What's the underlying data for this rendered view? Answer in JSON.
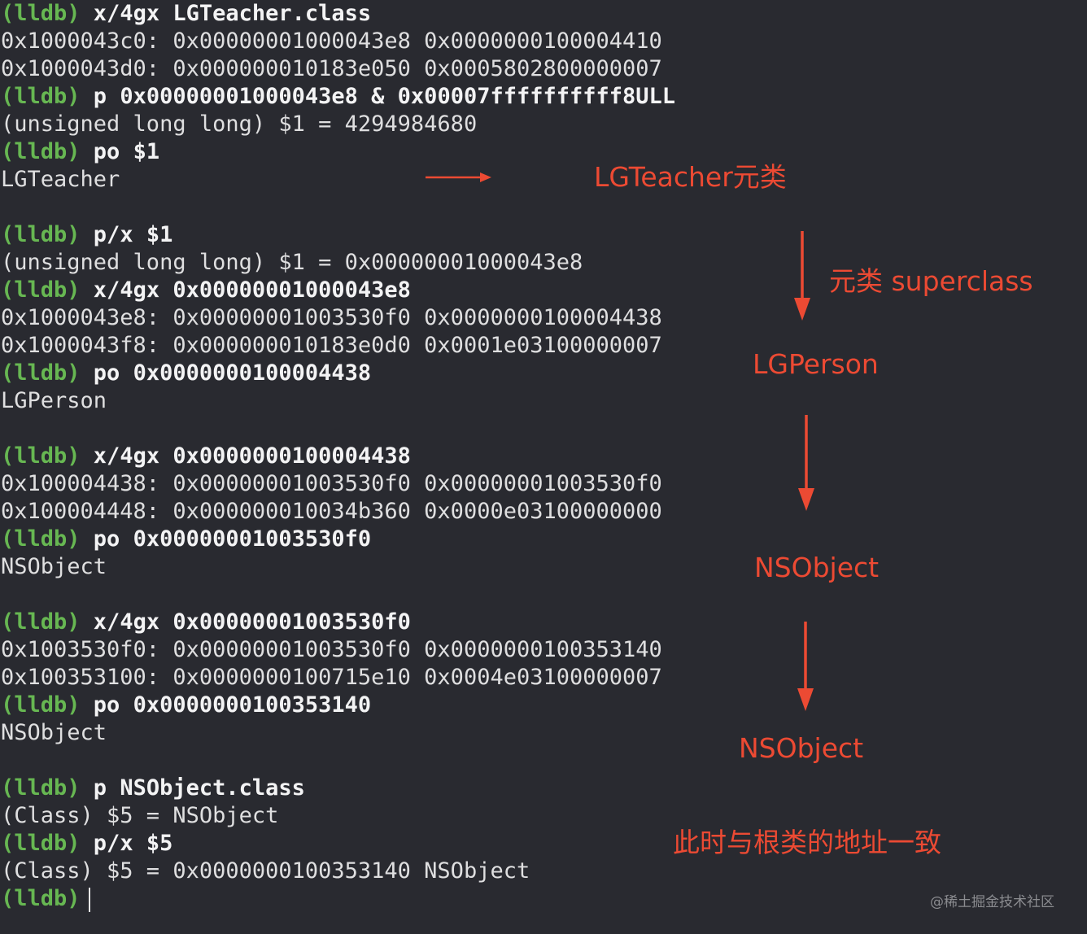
{
  "terminal": {
    "lines": [
      {
        "type": "cmd",
        "prompt": "(lldb)",
        "text": " x/4gx LGTeacher.class"
      },
      {
        "type": "out",
        "text": "0x1000043c0: 0x00000001000043e8 0x0000000100004410"
      },
      {
        "type": "out",
        "text": "0x1000043d0: 0x000000010183e050 0x0005802800000007"
      },
      {
        "type": "cmd",
        "prompt": "(lldb)",
        "text": " p 0x00000001000043e8 & 0x00007ffffffffff8ULL"
      },
      {
        "type": "out",
        "text": "(unsigned long long) $1 = 4294984680"
      },
      {
        "type": "cmd",
        "prompt": "(lldb)",
        "text": " po $1"
      },
      {
        "type": "out",
        "text": "LGTeacher"
      },
      {
        "type": "blank",
        "text": ""
      },
      {
        "type": "cmd",
        "prompt": "(lldb)",
        "text": " p/x $1"
      },
      {
        "type": "out",
        "text": "(unsigned long long) $1 = 0x00000001000043e8"
      },
      {
        "type": "cmd",
        "prompt": "(lldb)",
        "text": " x/4gx 0x00000001000043e8"
      },
      {
        "type": "out",
        "text": "0x1000043e8: 0x00000001003530f0 0x0000000100004438"
      },
      {
        "type": "out",
        "text": "0x1000043f8: 0x000000010183e0d0 0x0001e03100000007"
      },
      {
        "type": "cmd",
        "prompt": "(lldb)",
        "text": " po 0x0000000100004438"
      },
      {
        "type": "out",
        "text": "LGPerson"
      },
      {
        "type": "blank",
        "text": ""
      },
      {
        "type": "cmd",
        "prompt": "(lldb)",
        "text": " x/4gx 0x0000000100004438"
      },
      {
        "type": "out",
        "text": "0x100004438: 0x00000001003530f0 0x00000001003530f0"
      },
      {
        "type": "out",
        "text": "0x100004448: 0x000000010034b360 0x0000e03100000000"
      },
      {
        "type": "cmd",
        "prompt": "(lldb)",
        "text": " po 0x00000001003530f0"
      },
      {
        "type": "out",
        "text": "NSObject"
      },
      {
        "type": "blank",
        "text": ""
      },
      {
        "type": "cmd",
        "prompt": "(lldb)",
        "text": " x/4gx 0x00000001003530f0"
      },
      {
        "type": "out",
        "text": "0x1003530f0: 0x00000001003530f0 0x0000000100353140"
      },
      {
        "type": "out",
        "text": "0x100353100: 0x0000000100715e10 0x0004e03100000007"
      },
      {
        "type": "cmd",
        "prompt": "(lldb)",
        "text": " po 0x0000000100353140"
      },
      {
        "type": "out",
        "text": "NSObject"
      },
      {
        "type": "blank",
        "text": ""
      },
      {
        "type": "cmd",
        "prompt": "(lldb)",
        "text": " p NSObject.class"
      },
      {
        "type": "out",
        "text": "(Class) $5 = NSObject"
      },
      {
        "type": "cmd",
        "prompt": "(lldb)",
        "text": " p/x $5"
      },
      {
        "type": "out",
        "text": "(Class) $5 = 0x0000000100353140 NSObject"
      },
      {
        "type": "input",
        "prompt": "(lldb)",
        "text": ""
      }
    ]
  },
  "annotations": {
    "lgteacher_metaclass": "LGTeacher元类",
    "metaclass_superclass": "元类 superclass",
    "lgperson": "LGPerson",
    "nsobject_1": "NSObject",
    "nsobject_2": "NSObject",
    "root_address_same": "此时与根类的地址一致"
  },
  "watermark": "@稀土掘金技术社区",
  "colors": {
    "background": "#292a30",
    "prompt": "#67b752",
    "text": "#dfdfe0",
    "annotation": "#ec4a33",
    "watermark": "#8b8c90"
  },
  "icons": {
    "right_arrow": "arrow-right-icon",
    "down_arrow": "arrow-down-icon"
  }
}
